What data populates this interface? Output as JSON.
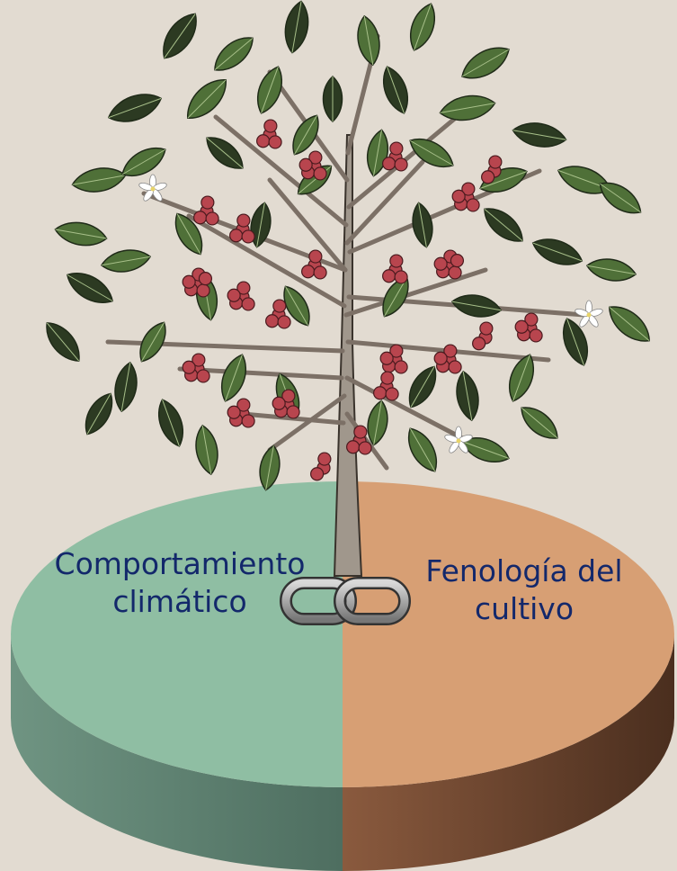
{
  "diagram": {
    "left_label": {
      "line1": "Comportamiento",
      "line2": "climático"
    },
    "right_label": {
      "line1": "Fenología del",
      "line2": "cultivo"
    },
    "colors": {
      "background": "#e2dbd1",
      "left_top": "#8fbea3",
      "left_side": "#6f9482",
      "right_top": "#d79f74",
      "right_side": "#7a5038",
      "label_text": "#13286b",
      "leaf": "#4f7038",
      "leaf_dark": "#2c3a22",
      "berry": "#b8454e",
      "trunk": "#a0978c"
    },
    "icons": [
      "coffee-plant-illustration",
      "chain-link-icon"
    ]
  }
}
